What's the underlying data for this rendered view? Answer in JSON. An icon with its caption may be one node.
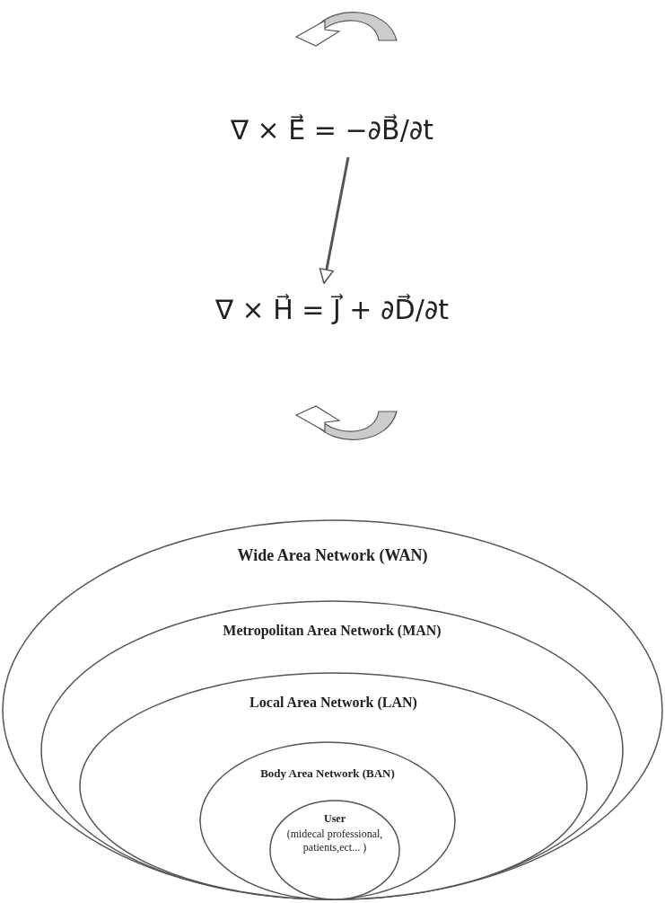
{
  "diagram": {
    "nodes": [
      {
        "text": [
          "∇ × E⃗ = −∂B⃗/∂t"
        ]
      },
      {
        "text": [
          "∇ × H⃗ = J⃗ + ∂D⃗/∂t"
        ]
      },
      {
        "text": [
          "Wide Area Network (WAN)"
        ]
      },
      {
        "text": [
          "Metropolitan Area Network (MAN)"
        ],
        "in": 2
      },
      {
        "text": [
          "Local Area Network (LAN)"
        ],
        "in": 3
      },
      {
        "text": [
          "Body Area Network (BAN)"
        ],
        "in": 4
      },
      {
        "text": [
          "User",
          "(midecal professional, patients,ect... )"
        ],
        "in": 5
      }
    ],
    "edges": [
      {
        "from": 0,
        "to": 1,
        "arrow": "to"
      }
    ]
  }
}
